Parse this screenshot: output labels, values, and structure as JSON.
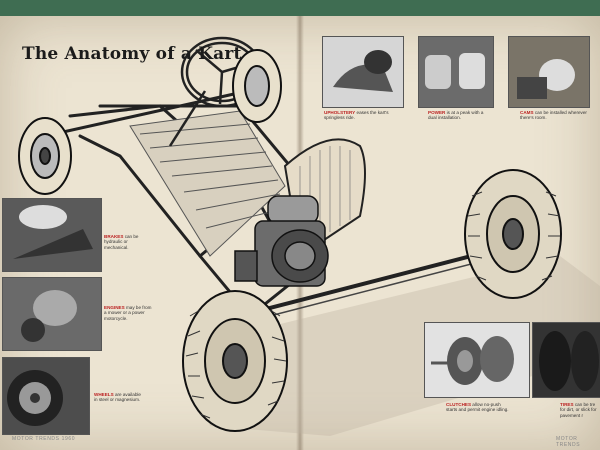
{
  "page": {
    "title": "The Anatomy of a Kart"
  },
  "captions": {
    "upholstery": {
      "head": "UPHOLSTERY",
      "text": "eases the kart's springless ride."
    },
    "power": {
      "head": "POWER",
      "text": "is at a peak with a dual installation."
    },
    "cams": {
      "head": "CAMS",
      "text": "can be installed wherever there's room."
    },
    "brakes": {
      "head": "BRAKES",
      "text": "can be hydraulic or mechanical."
    },
    "engines": {
      "head": "ENGINES",
      "text": "may be from a mower or a power motorcycle."
    },
    "wheels": {
      "head": "WHEELS",
      "text": "are available in steel or magnesium."
    },
    "clutches": {
      "head": "CLUTCHES",
      "text": "allow no-push starts and permit engine idling."
    },
    "tires": {
      "head": "TIRES",
      "text": "can be tre for dirt, or slick for pavement r"
    }
  },
  "footer": {
    "left": "MOTOR TRENDS 1960",
    "right": "MOTOR TRENDS"
  },
  "colors": {
    "paper": "#ece4d2",
    "ink": "#1b1b1b",
    "caption_accent": "#b22222",
    "background": "#3f6d52"
  }
}
